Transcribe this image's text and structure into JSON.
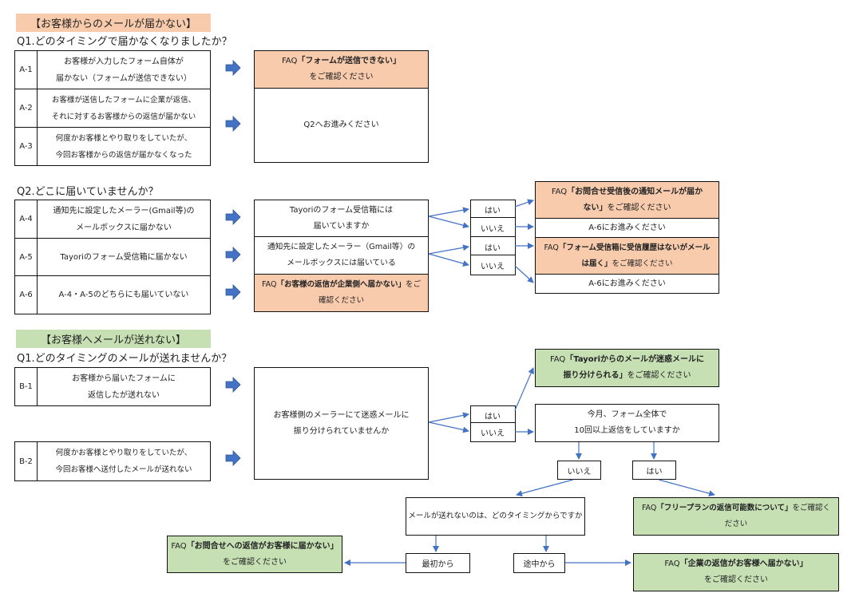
{
  "section_receive": {
    "title": "【お客様からのメールが届かない】",
    "title_color": "#F8CBAD",
    "q1": {
      "question": "Q1.どのタイミングで届かなくなりましたか？",
      "rows": [
        {
          "id": "A-1",
          "line1": "お客様が入力したフォーム自体が",
          "line2": "届かない（フォームが送信できない）"
        },
        {
          "id": "A-2",
          "line1": "お客様が送信したフォームに企業が返信、",
          "line2": "それに対するお客様からの返信が届かない"
        },
        {
          "id": "A-3",
          "line1": "何度かお客様とやり取りをしていたが、",
          "line2": "今回お客様からの返信が届かなくなった"
        }
      ],
      "result_faq": {
        "prefix": "FAQ",
        "title": "「フォームが送信できない」",
        "suffix": "をご確認ください"
      },
      "result_next": "Q2へお進みください"
    },
    "q2": {
      "question": "Q2.どこに届いていませんか？",
      "rows": [
        {
          "id": "A-4",
          "line1": "通知先に設定したメーラー(Gmail等)の",
          "line2": "メールボックスに届かない"
        },
        {
          "id": "A-5",
          "line1": "Tayoriのフォーム受信箱に届かない",
          "line2": ""
        },
        {
          "id": "A-6",
          "line1": "A-4・A-5のどちらにも届いていない",
          "line2": ""
        }
      ],
      "check_1": {
        "line1": "Tayoriのフォーム受信箱には",
        "line2": "届いていますか"
      },
      "check_2": {
        "line1": "通知先に設定したメーラー（Gmail等）の",
        "line2": "メールボックスには届いている"
      },
      "faq_a6": {
        "prefix": "FAQ",
        "title": "「お客様の返信が企業側へ届かない」",
        "suffix1": "をご",
        "suffix2": "確認ください"
      },
      "answers": [
        "はい",
        "いいえ",
        "はい",
        "いいえ"
      ],
      "result_1": {
        "prefix": "FAQ",
        "title1": "「お問合せ受信後の通知メールが届か",
        "title2": "ない」",
        "suffix": "をご確認ください"
      },
      "result_2": "A-6にお進みください",
      "result_3": {
        "prefix": "FAQ",
        "title1": "「フォーム受信箱に受信履歴はないがメール",
        "title2": "は届く」",
        "suffix": "をご確認ください"
      },
      "result_4": "A-6にお進みください"
    }
  },
  "section_send": {
    "title": "【お客様へメールが送れない】",
    "title_color": "#C6E0B4",
    "q1": {
      "question": "Q1.どのタイミングのメールが送れませんか？",
      "rows": [
        {
          "id": "B-1",
          "line1": "お客様から届いたフォームに",
          "line2": "返信したが送れない"
        },
        {
          "id": "B-2",
          "line1": "何度かお客様とやり取りをしていたが、",
          "line2": "今回お客様へ送付したメールが送れない"
        }
      ],
      "check_spam": {
        "line1": "お客様側のメーラーにて迷惑メールに",
        "line2": "振り分けられていませんか"
      },
      "answers_spam": [
        "はい",
        "いいえ"
      ],
      "faq_spam": {
        "prefix": "FAQ",
        "title1": "「Tayoriからのメールが迷惑メールに",
        "title2": "振り分けられる」",
        "suffix": "をご確認ください"
      },
      "check_count": {
        "line1": "今月、フォーム全体で",
        "line2": "10回以上返信をしていますか"
      },
      "answers_count": [
        "いいえ",
        "はい"
      ],
      "check_timing": "メールが送れないのは、どのタイミングからですか",
      "faq_free_plan": {
        "prefix": "FAQ",
        "title": "「フリープランの返信可能数について」",
        "suffix1": "をご確認く",
        "suffix2": "ださい"
      },
      "answers_timing": [
        "最初から",
        "途中から"
      ],
      "faq_inquiry": {
        "prefix": "FAQ",
        "title": "「お問合せへの返信がお客様に届かない」",
        "suffix": "をご確認ください"
      },
      "faq_company": {
        "prefix": "FAQ",
        "title": "「企業の返信がお客様へ届かない」",
        "suffix": "をご確認ください"
      }
    }
  },
  "colors": {
    "peach": "#F8CBAD",
    "green": "#C6E0B4",
    "arrow": "#4472C4"
  }
}
